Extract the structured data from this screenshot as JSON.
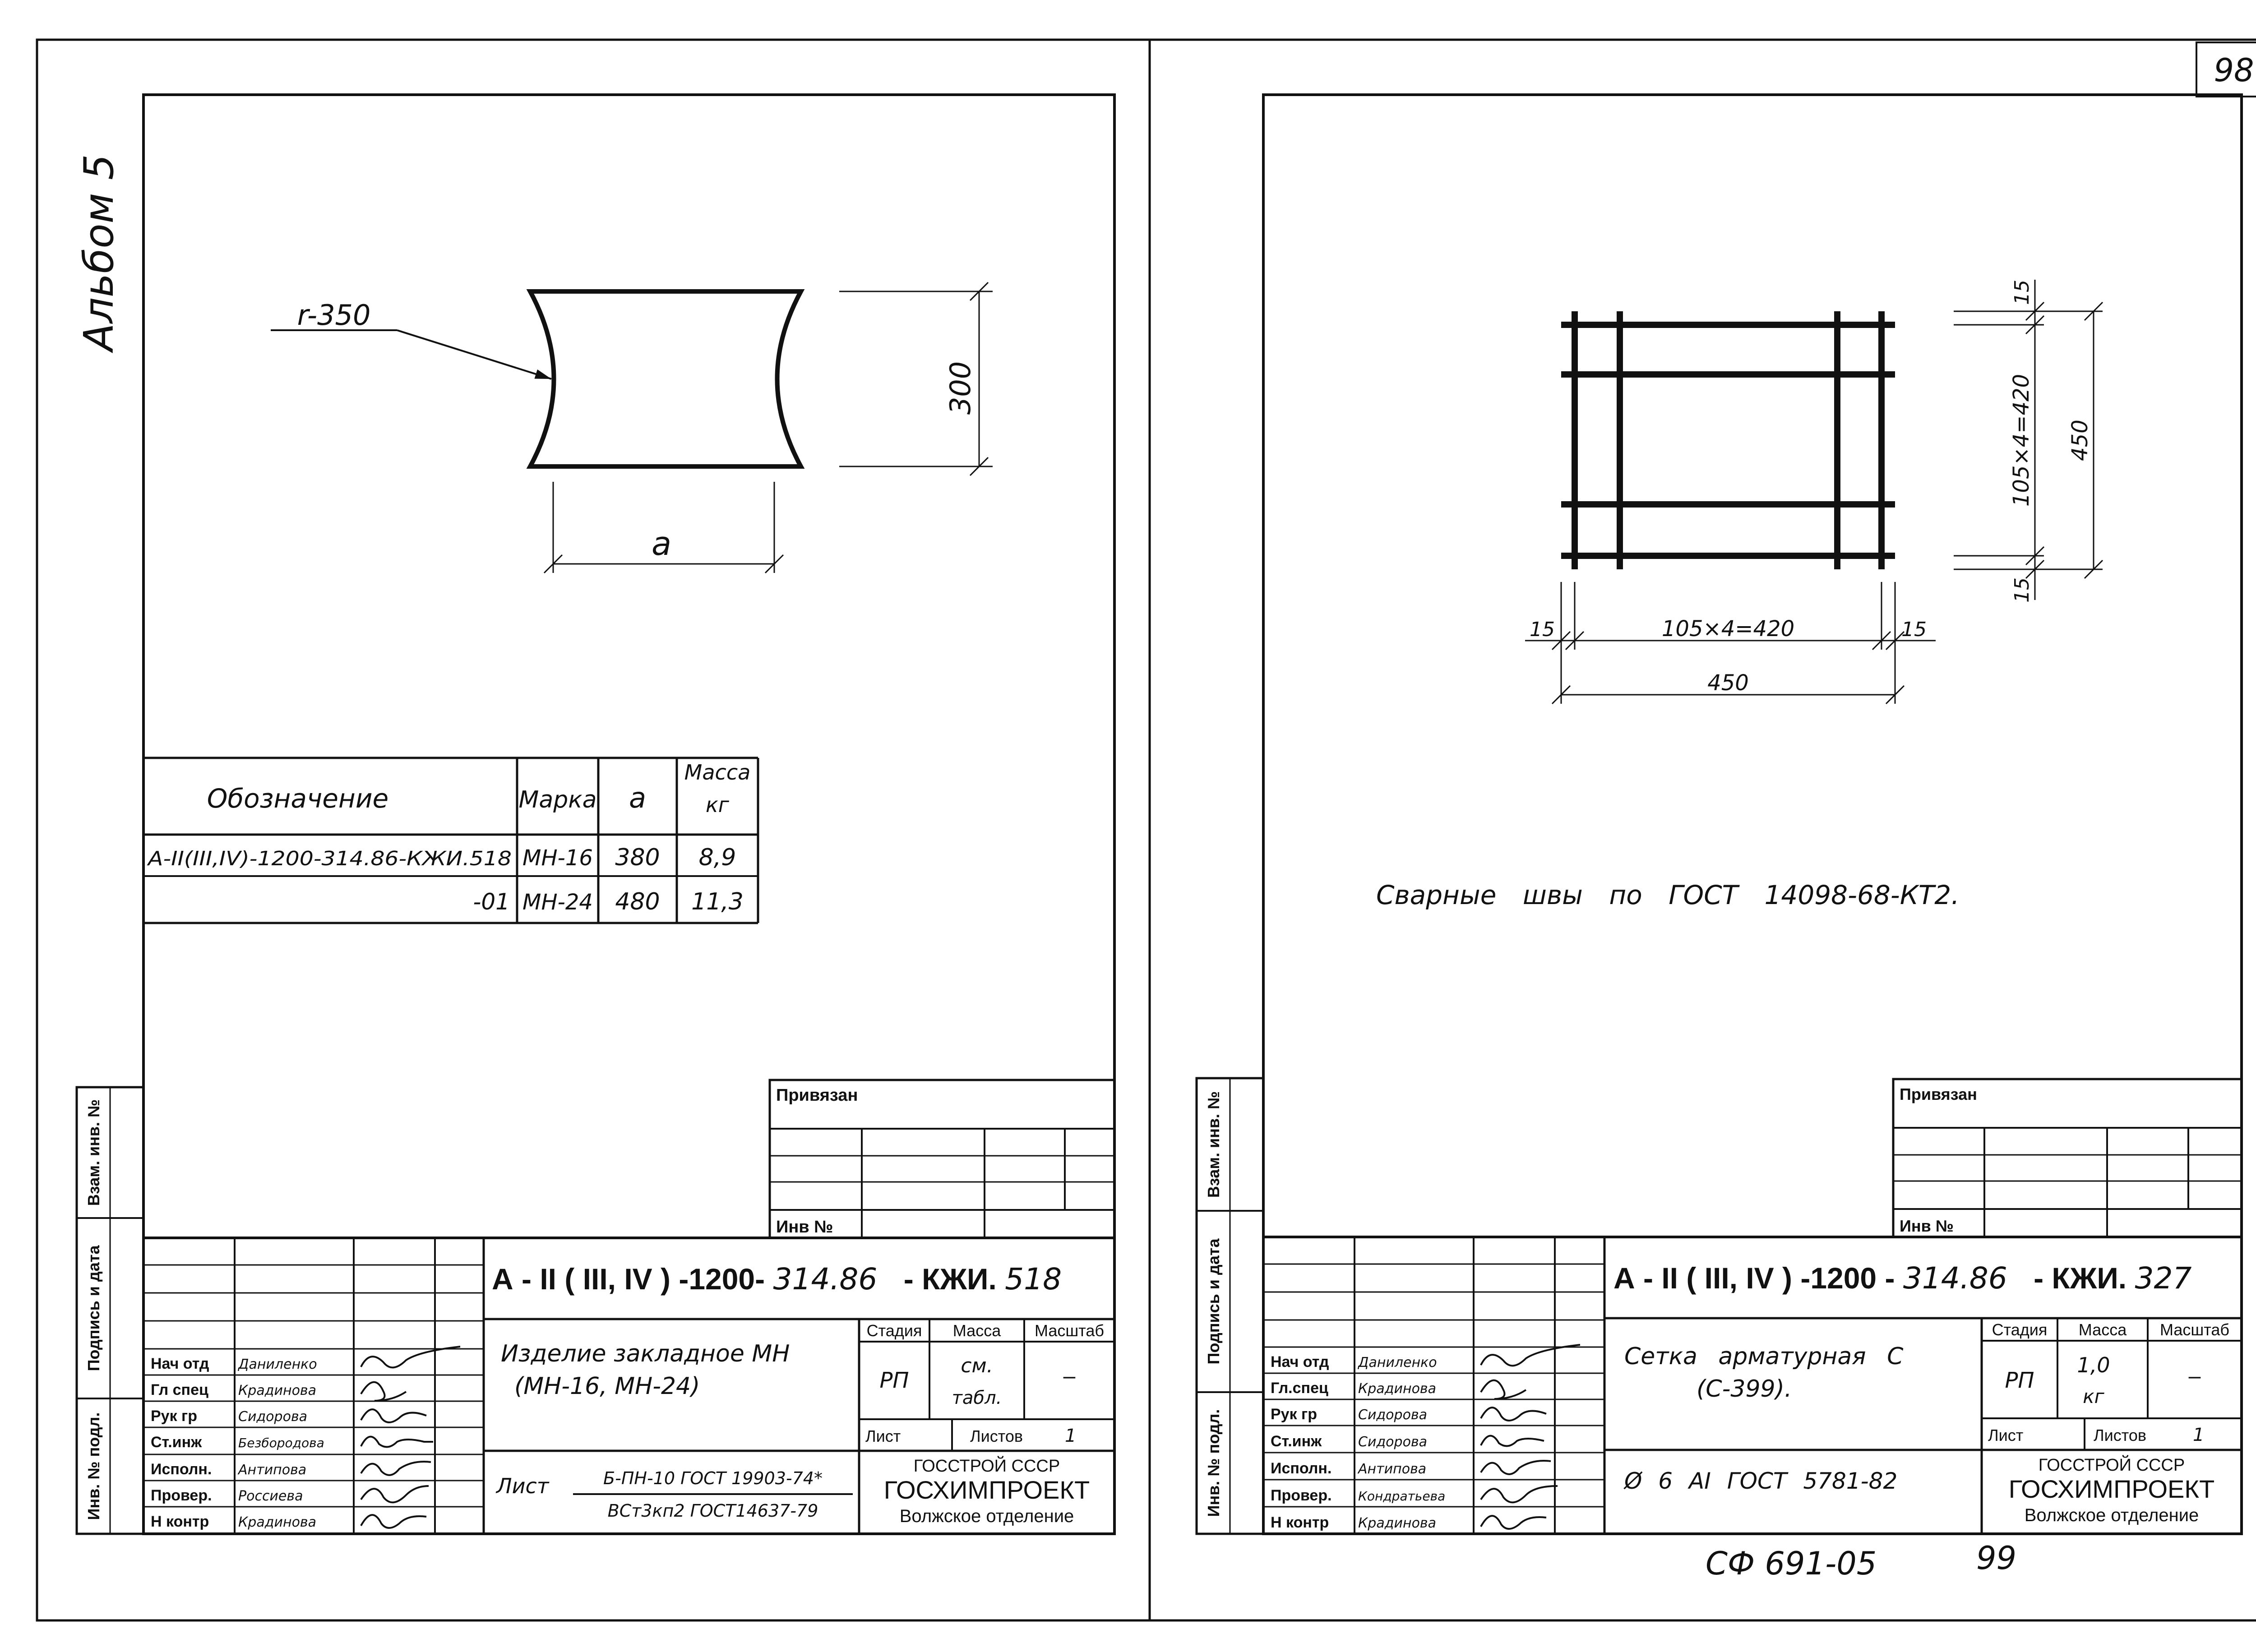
{
  "page": {
    "page_number": "98",
    "album": "Альбом 5",
    "footer_code": "СФ 691-05",
    "footer_page": "99"
  },
  "left": {
    "drawing": {
      "radius_label": "r-350",
      "height_dim": "300",
      "width_dim": "a"
    },
    "spec_table": {
      "headers": [
        "Обозначение",
        "Марка",
        "a",
        "Масса",
        "кг"
      ],
      "rows": [
        {
          "designation": "А-II(III,IV)-1200-314.86-КЖИ.518",
          "mark": "МН-16",
          "a": "380",
          "mass": "8,9"
        },
        {
          "designation": "-01",
          "mark": "МН-24",
          "a": "480",
          "mass": "11,3"
        }
      ]
    },
    "privyazan": {
      "title": "Привязан",
      "inv": "Инв №"
    },
    "side_labels": [
      "Взам. инв. №",
      "Подпись и дата",
      "Инв. № подл."
    ],
    "title_block": {
      "code_prefix": "А - II ( III, IV ) -1200-",
      "code_num": "314.86",
      "code_suffix": "- КЖИ.",
      "code_sheet": "518",
      "name_line1": "Изделие закладное МН",
      "name_line2": "(МН-16, МН-24)",
      "material_label": "Лист",
      "material_line1": "Б-ПН-10 ГОСТ 19903-74*",
      "material_line2": "ВСт3кп2 ГОСТ14637-79",
      "col_stage": "Стадия",
      "col_mass": "Масса",
      "col_scale": "Масштаб",
      "stage": "РП",
      "mass_line1": "см.",
      "mass_line2": "табл.",
      "scale": "–",
      "sheet_label": "Лист",
      "sheets_label": "Листов",
      "sheets_value": "1",
      "org1": "ГОССТРОЙ СССР",
      "org2": "ГОСХИМПРОЕКТ",
      "org3": "Волжское отделение",
      "roles": [
        "Нач отд",
        "Гл спец",
        "Рук гр",
        "Ст.инж",
        "Исполн.",
        "Провер.",
        "Н контр"
      ],
      "names": [
        "Даниленко",
        "Крадинова",
        "Сидорова",
        "Безбородова",
        "Антипова",
        "Россиева",
        "Крадинова"
      ]
    }
  },
  "right": {
    "drawing": {
      "dim_top_small": "15",
      "dim_vertical_inner": "105×4=420",
      "dim_vertical_total": "450",
      "dim_bottom_small": "15",
      "dim_left_small": "15",
      "dim_horizontal_inner": "105×4=420",
      "dim_right_small": "15",
      "dim_horizontal_total": "450"
    },
    "note": "Сварные швы по ГОСТ 14098-68-КТ2.",
    "privyazan": {
      "title": "Привязан",
      "inv": "Инв №"
    },
    "side_labels": [
      "Взам. инв. №",
      "Подпись и дата",
      "Инв. № подл."
    ],
    "title_block": {
      "code_prefix": "А - II ( III, IV ) -1200 -",
      "code_num": "314.86",
      "code_suffix": "- КЖИ.",
      "code_sheet": "327",
      "name_line1": "Сетка арматурная С",
      "name_line2": "(С-399).",
      "material_line": "Ø 6 АI ГОСТ 5781-82",
      "col_stage": "Стадия",
      "col_mass": "Масса",
      "col_scale": "Масштаб",
      "stage": "РП",
      "mass_line1": "1,0",
      "mass_line2": "кг",
      "scale": "–",
      "sheet_label": "Лист",
      "sheets_label": "Листов",
      "sheets_value": "1",
      "org1": "ГОССТРОЙ СССР",
      "org2": "ГОСХИМПРОЕКТ",
      "org3": "Волжское отделение",
      "roles": [
        "Нач отд",
        "Гл.спец",
        "Рук гр",
        "Ст.инж",
        "Исполн.",
        "Провер.",
        "Н контр"
      ],
      "names": [
        "Даниленко",
        "Крадинова",
        "Сидорова",
        "Сидорова",
        "Антипова",
        "Кондратьева",
        "Крадинова"
      ]
    }
  }
}
